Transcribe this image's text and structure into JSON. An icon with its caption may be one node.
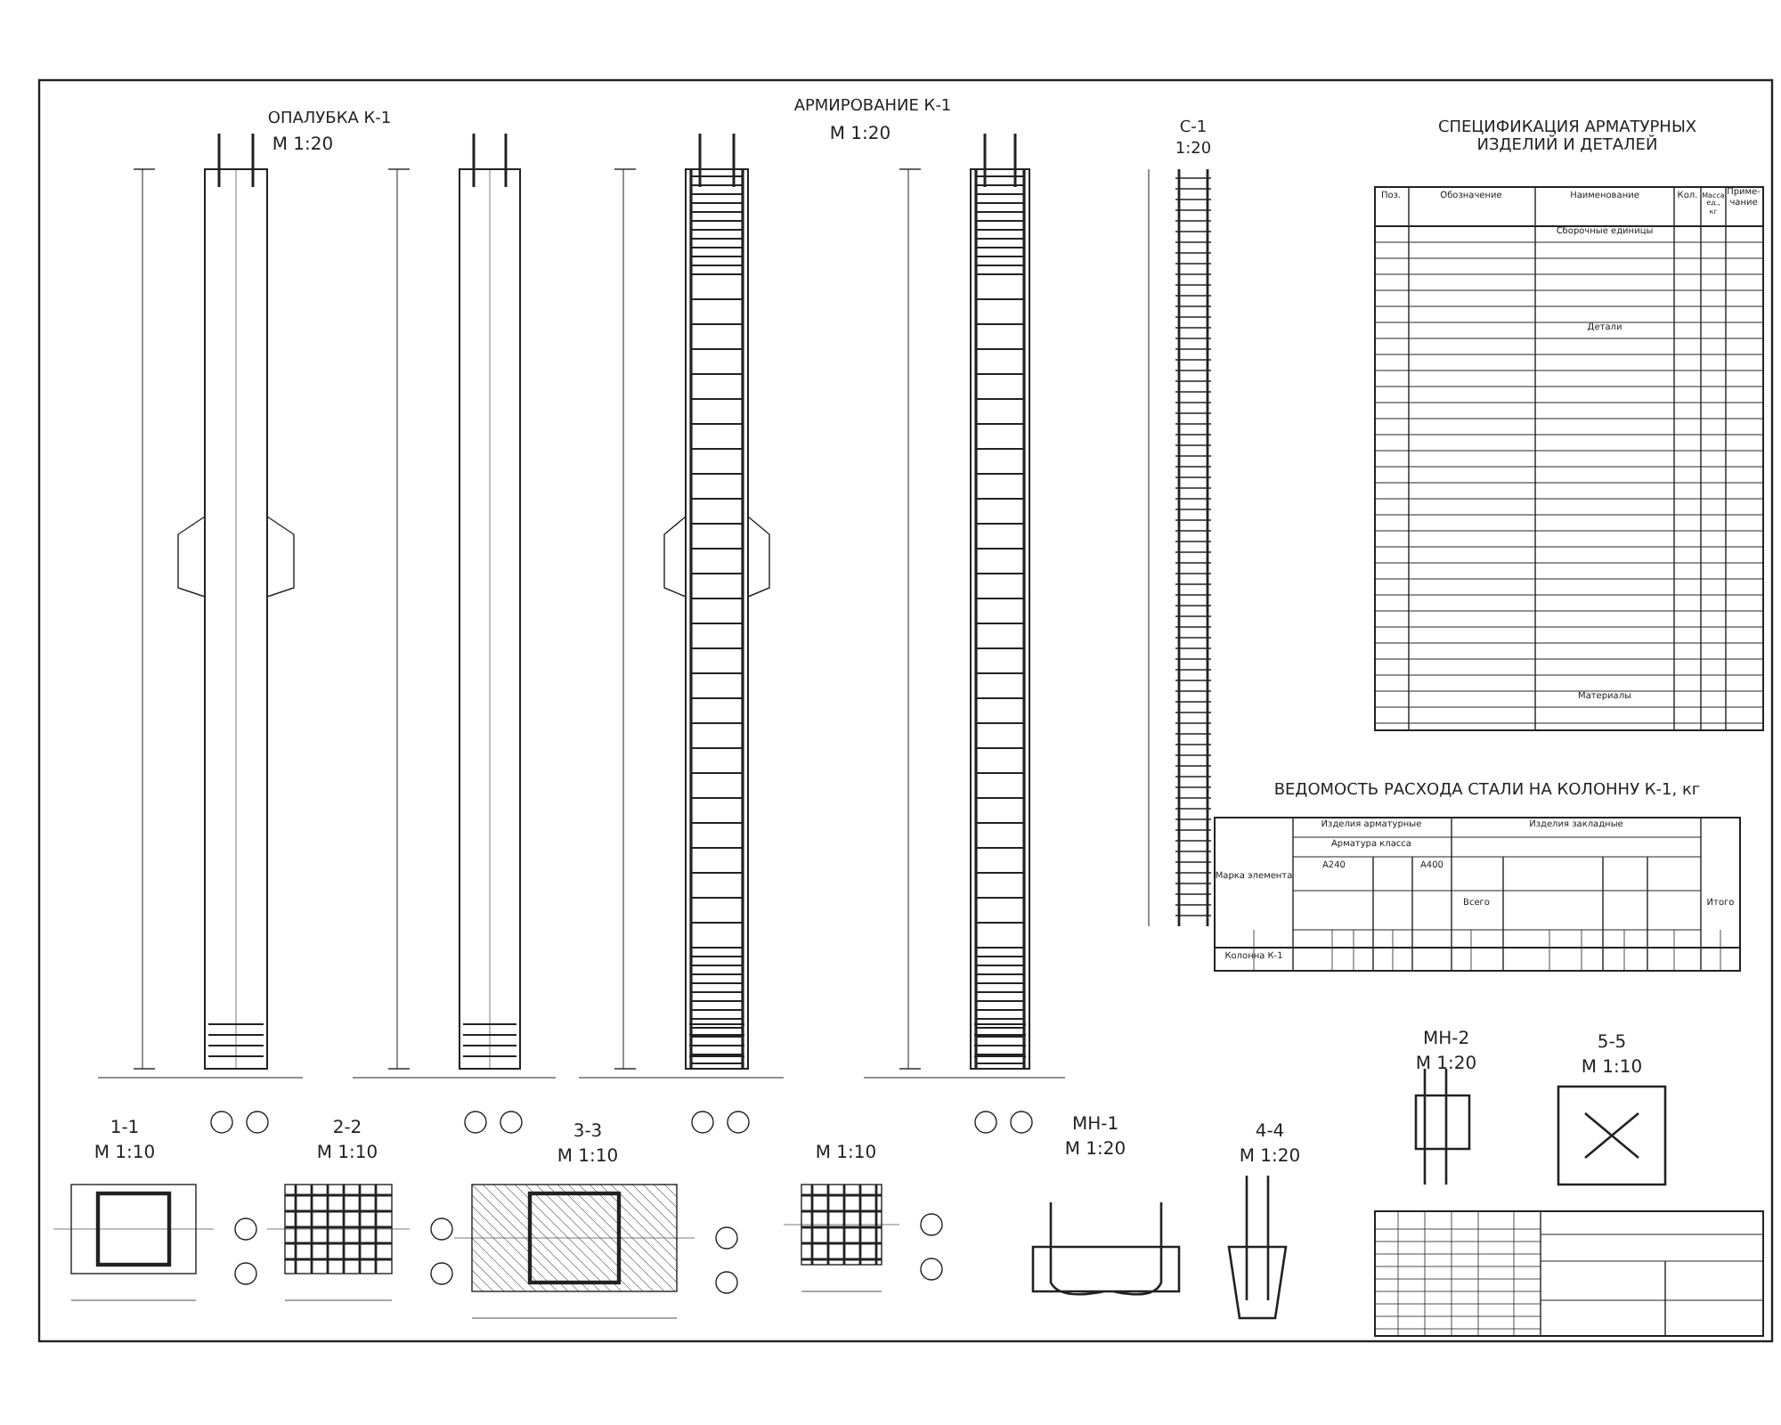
{
  "diagram": {
    "labels": [
      "ОПАЛУБКА К-1",
      "М 1:20",
      "АРМИРОВАНИЕ К-1",
      "М 1:20",
      "С-1",
      "1:20",
      "СПЕЦИФИКАЦИЯ АРМАТУРНЫХ ИЗДЕЛИЙ И ДЕТАЛЕЙ",
      "Поз.",
      "Обозначение",
      "Наименование",
      "Кол.",
      "Масса ед., кг",
      "Приме- чание",
      "Сборочные единицы",
      "Детали",
      "Материалы",
      "ВЕДОМОСТЬ РАСХОДА СТАЛИ НА КОЛОННУ К-1, кг",
      "Марка элемента",
      "Изделия арматурные",
      "Изделия закладные",
      "Арматура класса",
      "А240",
      "А400",
      "Всего",
      "Итого",
      "Колонна К-1",
      "1-1",
      "М 1:10",
      "2-2",
      "М 1:10",
      "3-3",
      "М 1:10",
      "М 1:10",
      "МН-1",
      "М 1:20",
      "4-4",
      "М 1:20",
      "МН-2",
      "М 1:20",
      "5-5",
      "М 1:10"
    ]
  }
}
